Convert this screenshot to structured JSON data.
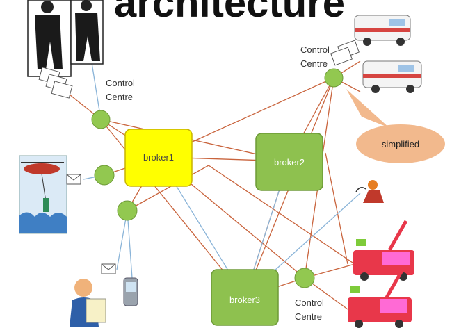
{
  "title": "architecture",
  "brokers": {
    "b1": {
      "label": "broker1"
    },
    "b2": {
      "label": "broker2"
    },
    "b3": {
      "label": "broker3"
    }
  },
  "labels": {
    "control_centre_1": "Control Centre",
    "control_centre_2": "Control Centre",
    "control_centre_3": "Control Centre",
    "callout": "simplified"
  },
  "colors": {
    "broker1_fill": "#ffff00",
    "broker_green": "#8ec14f",
    "node_green": "#92c850",
    "link_red": "#c9643d",
    "link_blue": "#8ab4d8",
    "callout_fill": "#f2b98d"
  }
}
